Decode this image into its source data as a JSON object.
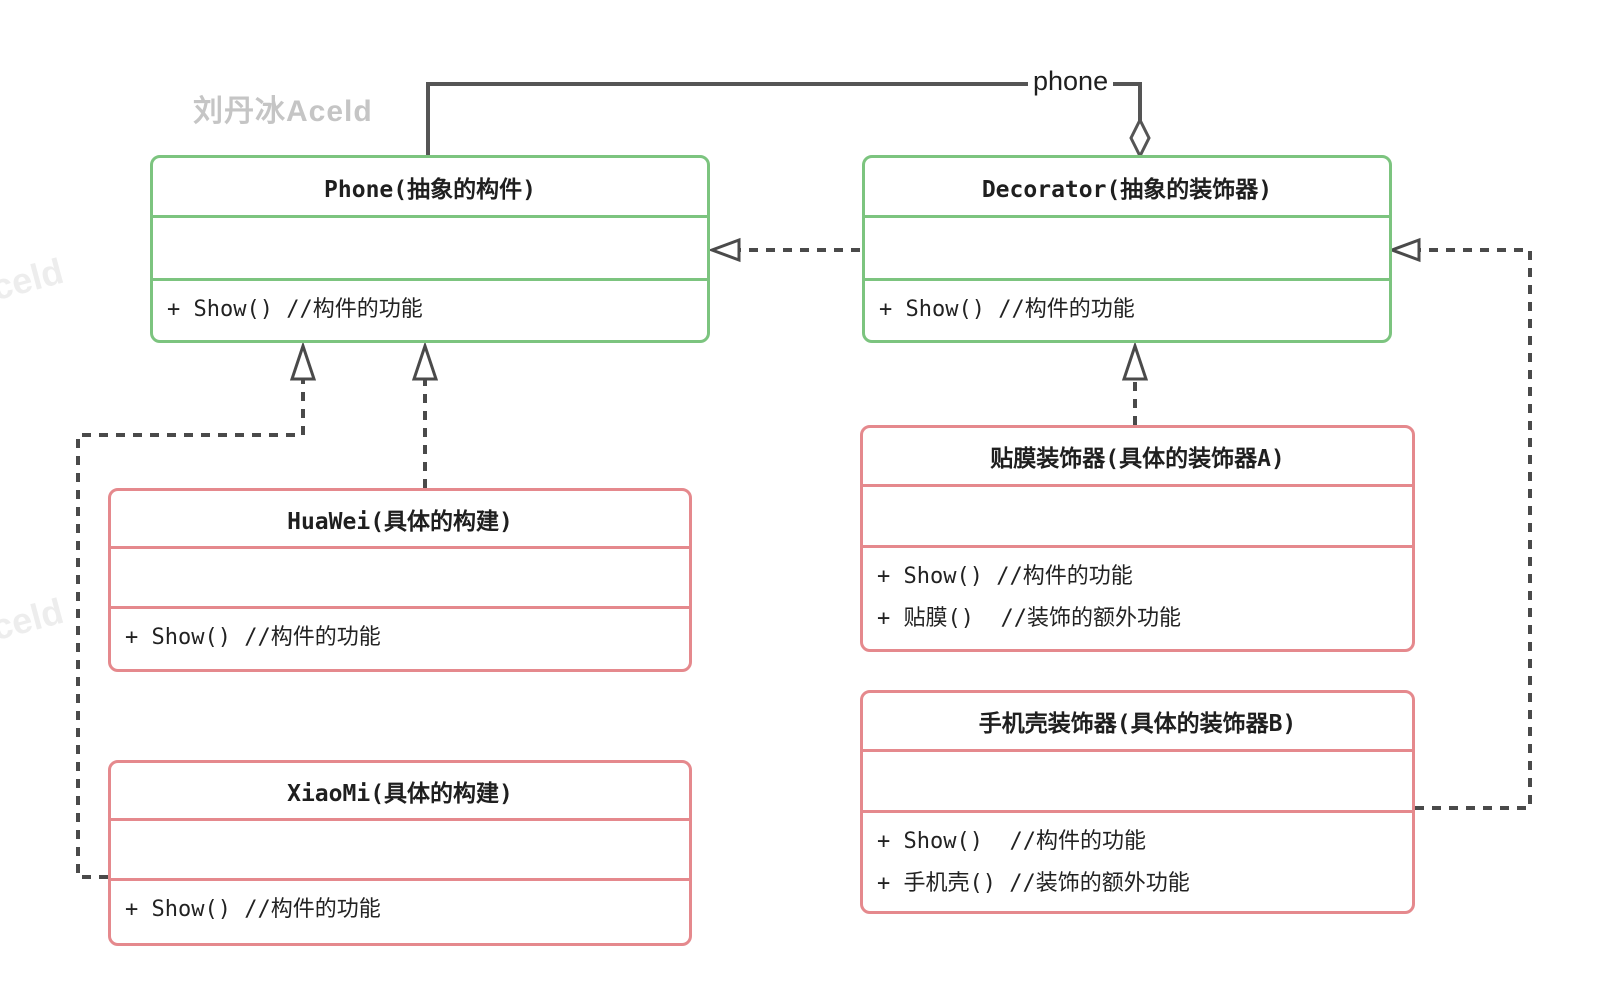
{
  "diagram": {
    "pattern": "decorator-uml-class-diagram",
    "classes": {
      "phone": {
        "name": "Phone(抽象的构件)",
        "methods": [
          "+ Show() //构件的功能"
        ]
      },
      "decorator": {
        "name": "Decorator(抽象的装饰器)",
        "methods": [
          "+ Show() //构件的功能"
        ]
      },
      "huawei": {
        "name": "HuaWei(具体的构建)",
        "methods": [
          "+ Show() //构件的功能"
        ]
      },
      "xiaomi": {
        "name": "XiaoMi(具体的构建)",
        "methods": [
          "+ Show() //构件的功能"
        ]
      },
      "film_decorator": {
        "name": "贴膜装饰器(具体的装饰器A)",
        "methods": [
          "+ Show() //构件的功能",
          "+ 贴膜()  //装饰的额外功能"
        ]
      },
      "case_decorator": {
        "name": "手机壳装饰器(具体的装饰器B)",
        "methods": [
          "+ Show()  //构件的功能",
          "+ 手机壳() //装饰的额外功能"
        ]
      }
    },
    "edge_labels": {
      "aggregation": "phone"
    },
    "watermarks": {
      "main": "刘丹冰Aceld",
      "side": "Aceld"
    },
    "colors": {
      "abstract_class_border": "#7cc47f",
      "concrete_class_border": "#e5898d",
      "connector": "#4a4a4a",
      "watermark": "#c5c5c5",
      "background": "#ffffff"
    }
  }
}
